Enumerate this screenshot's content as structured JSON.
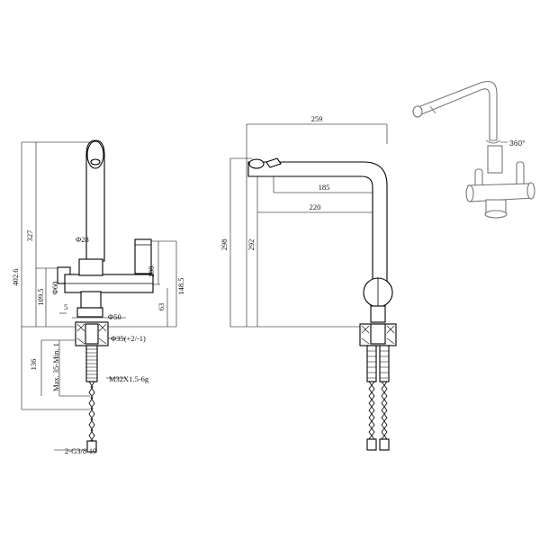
{
  "side_view": {
    "dim_total_height": "402.6",
    "dim_spout_height": "327",
    "dim_spout_diameter": "Φ28",
    "dim_handle_height": "108",
    "dim_body_height": "148.5",
    "dim_body_diameter": "Φ60",
    "dim_outlet_height": "109.5",
    "dim_base_height": "63",
    "dim_base_offset": "5",
    "dim_base_diameter": "Φ50",
    "dim_hole_diameter": "Φ35(+2/-1)",
    "dim_mounting_depth": "136",
    "dim_max_counter": "Max. 35-Min. 1",
    "dim_thread": "M32X1.5-6g",
    "dim_hose_fitting": "2-G3/8-19"
  },
  "front_view": {
    "dim_spout_reach": "259",
    "dim_outlet_inner": "185",
    "dim_outlet_outer": "220",
    "dim_total_height": "298",
    "dim_spout_height": "292"
  },
  "perspective": {
    "rotation_label": "360°"
  }
}
